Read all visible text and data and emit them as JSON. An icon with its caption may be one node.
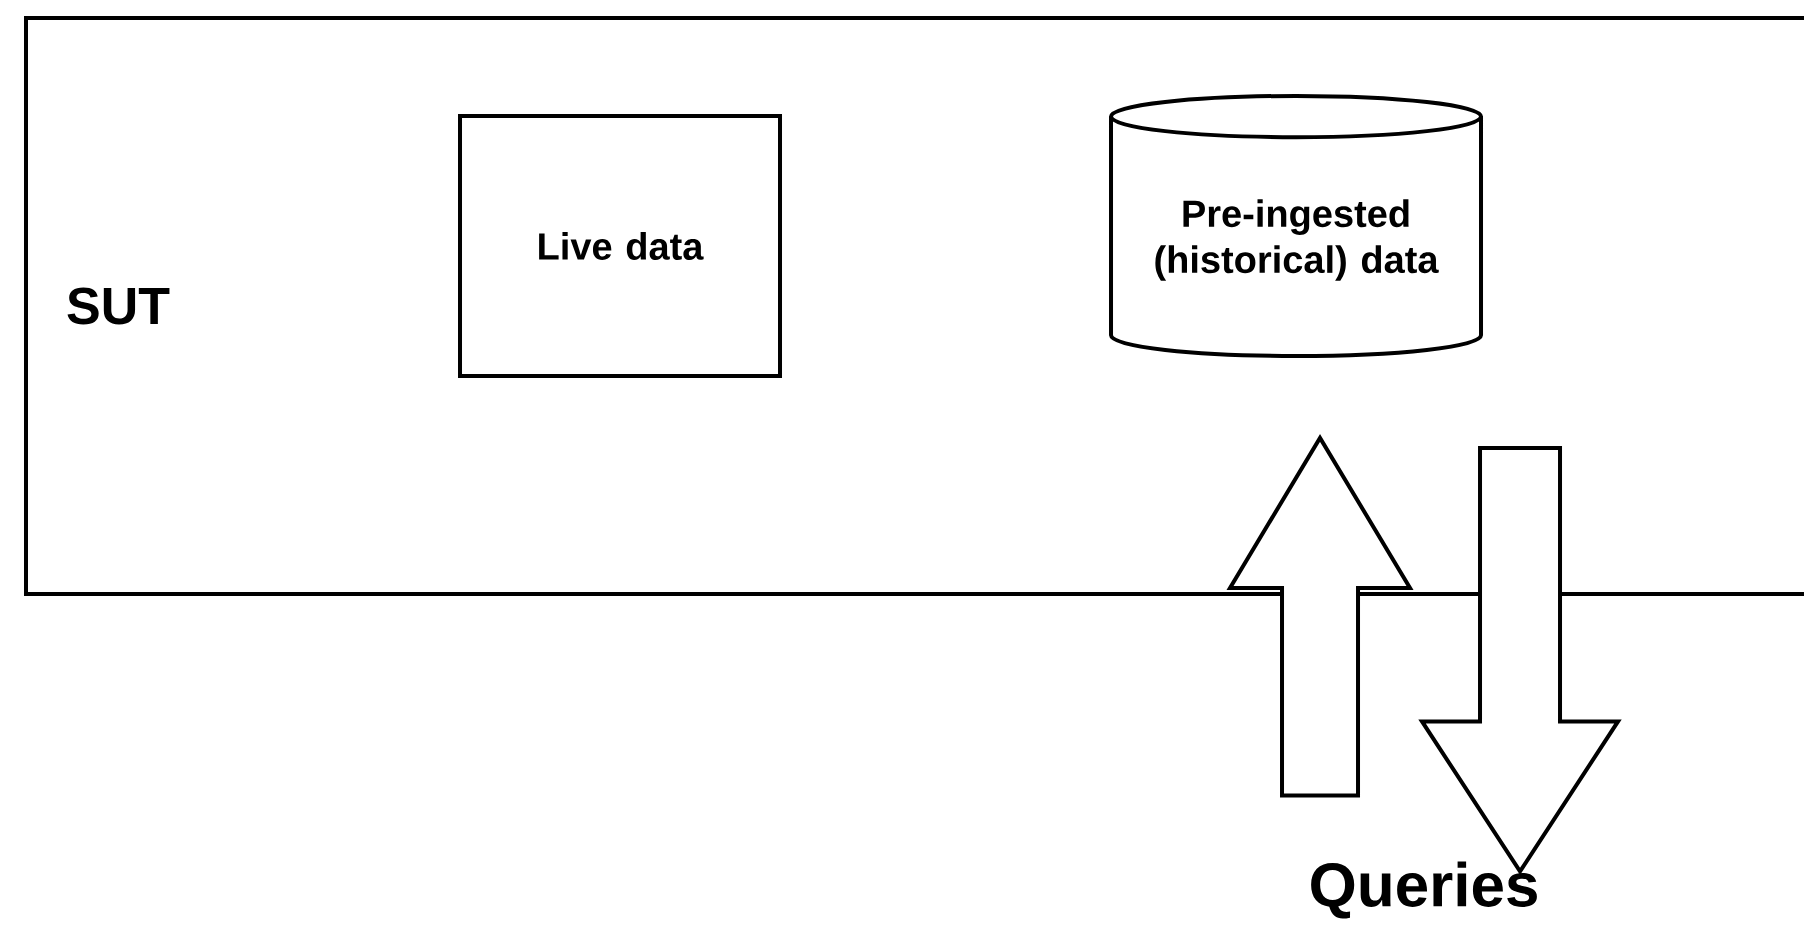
{
  "diagram": {
    "nodes": [
      {
        "text": [
          "SUT"
        ]
      },
      {
        "text": [
          "Live data"
        ],
        "in": 0
      },
      {
        "text": [
          "Pre-ingested (historical) data"
        ],
        "in": 0
      },
      {
        "text": [
          "Queries"
        ]
      }
    ],
    "edges": [
      {
        "from": 3,
        "to": 2,
        "arrow": "to"
      },
      {
        "from": 2,
        "to": 3,
        "arrow": "to"
      }
    ]
  }
}
